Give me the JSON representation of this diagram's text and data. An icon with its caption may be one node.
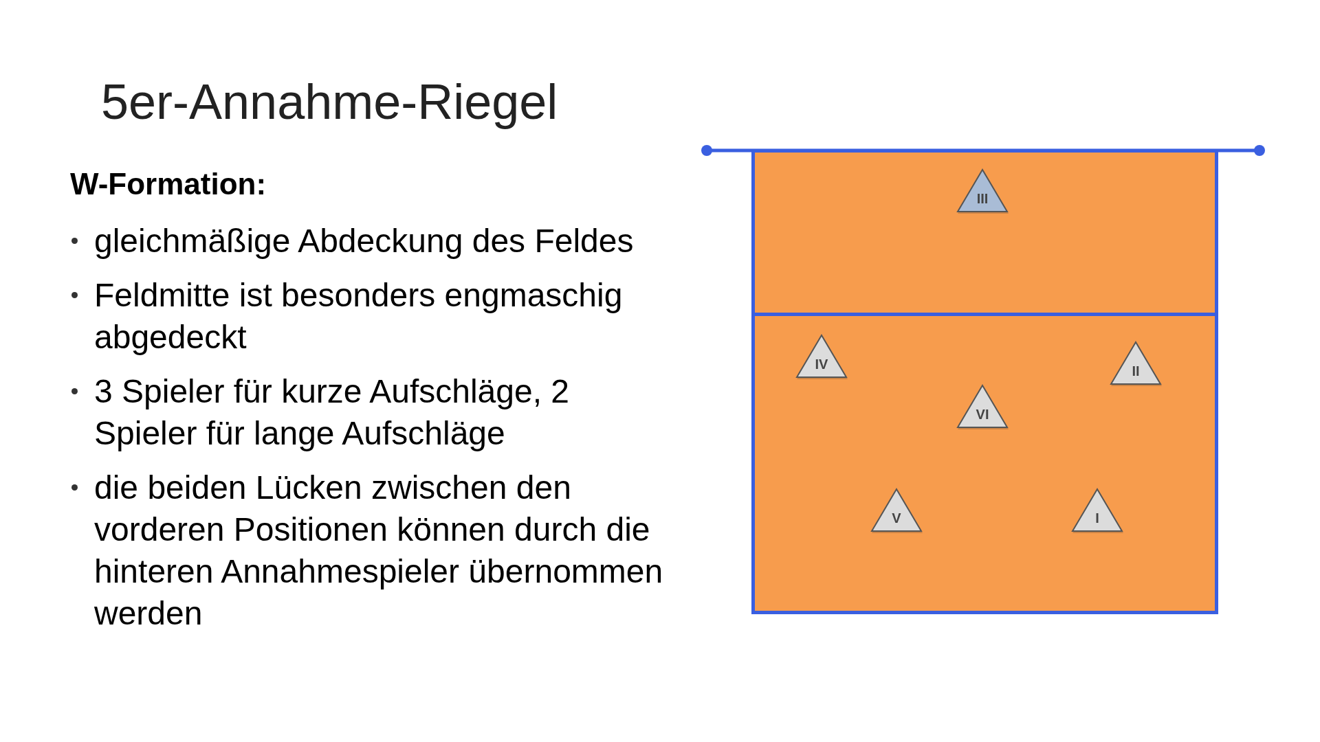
{
  "diagram": {
    "title": "5er-Annahme-Riegel",
    "nodes": [
      {
        "text": [],
        "shape": "box"
      },
      {
        "text": [
          "III"
        ],
        "in": 0
      },
      {
        "text": [
          "IV"
        ],
        "in": 0
      },
      {
        "text": [
          "II"
        ],
        "in": 0
      },
      {
        "text": [
          "VI"
        ],
        "in": 0
      },
      {
        "text": [
          "V"
        ],
        "in": 0
      },
      {
        "text": [
          "I"
        ],
        "in": 0
      }
    ],
    "labels": [
      "W-Formation:",
      "gleichmäßige Abdeckung des Feldes",
      "Feldmitte ist besonders engmaschig abgedeckt",
      "3 Spieler für kurze Aufschläge, 2 Spieler für lange Aufschläge",
      "die beiden Lücken zwischen den vorderen Positionen können durch die hinteren Annahmespieler übernommen werden"
    ]
  }
}
